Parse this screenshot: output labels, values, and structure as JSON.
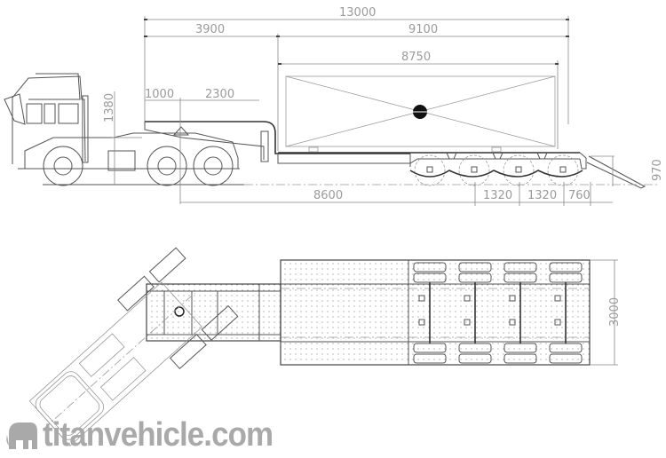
{
  "drawing": {
    "subject": "Lowbed semi-trailer with tractor — side elevation and plan view",
    "side_view": {
      "dimensions": {
        "overall_length": "13000",
        "gooseneck_length": "3900",
        "platform_length": "9100",
        "load_length": "8750",
        "kingpin_offset": "1000",
        "kingpin_to_neck": "2300",
        "fifth_wheel_height": "1380",
        "kingpin_to_first_axle": "8600",
        "axle_spacing_1": "1320",
        "axle_spacing_2": "1320",
        "rear_overhang": "760",
        "ramp_height": "970"
      }
    },
    "plan_view": {
      "dimensions": {
        "overall_width": "3000"
      },
      "axle_count": 4
    }
  },
  "watermark": {
    "text": "titanvehicle.com",
    "icon": "elephant-icon",
    "color": "#a9a9a9"
  }
}
